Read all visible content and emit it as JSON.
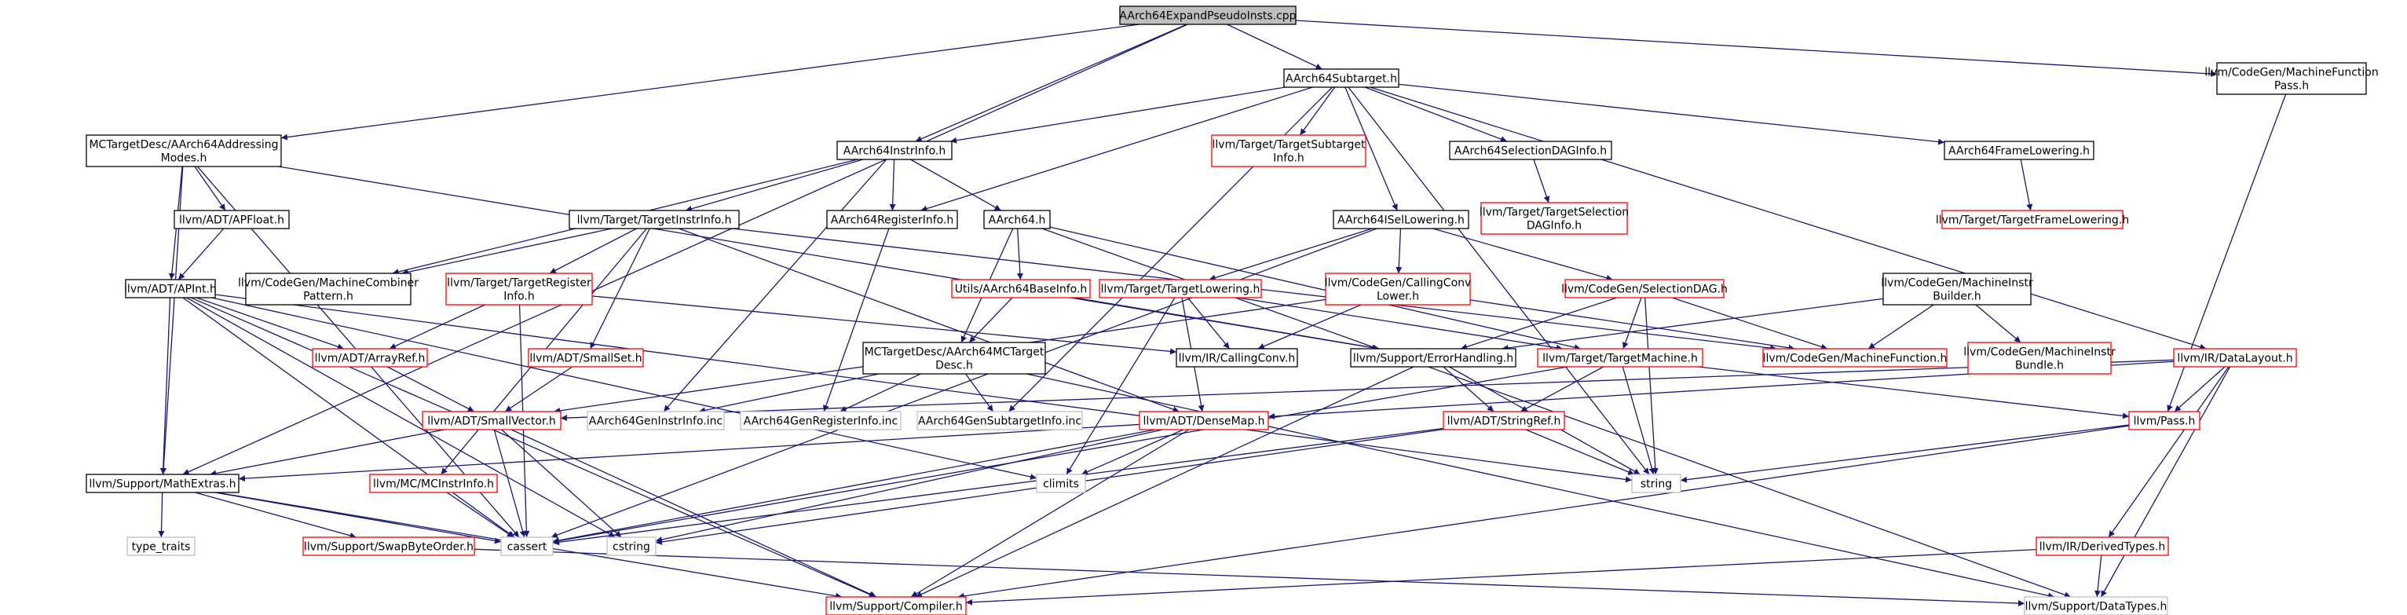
{
  "colors": {
    "edge": "#191970",
    "normal_border": "#000000",
    "red_border": "#ff0000",
    "gray_border": "#bfbfbf",
    "root_fill": "#bfbfbf",
    "text": "#000000"
  },
  "nodes": [
    {
      "id": "root",
      "lines": [
        "AArch64ExpandPseudoInsts.cpp"
      ],
      "style": "root"
    },
    {
      "id": "subtarget",
      "lines": [
        "AArch64Subtarget.h"
      ],
      "style": "normal"
    },
    {
      "id": "mfpass",
      "lines": [
        "llvm/CodeGen/MachineFunction",
        "Pass.h"
      ],
      "style": "normal"
    },
    {
      "id": "addrmodes",
      "lines": [
        "MCTargetDesc/AArch64Addressing",
        "Modes.h"
      ],
      "style": "normal"
    },
    {
      "id": "instrinfo",
      "lines": [
        "AArch64InstrInfo.h"
      ],
      "style": "normal"
    },
    {
      "id": "tsubtarget",
      "lines": [
        "llvm/Target/TargetSubtarget",
        "Info.h"
      ],
      "style": "red"
    },
    {
      "id": "seldaginfo",
      "lines": [
        "AArch64SelectionDAGInfo.h"
      ],
      "style": "normal"
    },
    {
      "id": "framelowering",
      "lines": [
        "AArch64FrameLowering.h"
      ],
      "style": "normal"
    },
    {
      "id": "tseldaginfo",
      "lines": [
        "llvm/Target/TargetSelection",
        "DAGInfo.h"
      ],
      "style": "red"
    },
    {
      "id": "tframelowering",
      "lines": [
        "llvm/Target/TargetFrameLowering.h"
      ],
      "style": "red"
    },
    {
      "id": "apfloat",
      "lines": [
        "llvm/ADT/APFloat.h"
      ],
      "style": "normal"
    },
    {
      "id": "tinstrinfo",
      "lines": [
        "llvm/Target/TargetInstrInfo.h"
      ],
      "style": "normal"
    },
    {
      "id": "reginfo",
      "lines": [
        "AArch64RegisterInfo.h"
      ],
      "style": "normal"
    },
    {
      "id": "aarch64h",
      "lines": [
        "AArch64.h"
      ],
      "style": "normal"
    },
    {
      "id": "isellowering",
      "lines": [
        "AArch64ISelLowering.h"
      ],
      "style": "normal"
    },
    {
      "id": "apint",
      "lines": [
        "llvm/ADT/APInt.h"
      ],
      "style": "normal"
    },
    {
      "id": "mcombiner",
      "lines": [
        "llvm/CodeGen/MachineCombiner",
        "Pattern.h"
      ],
      "style": "normal"
    },
    {
      "id": "tregisterinfo",
      "lines": [
        "llvm/Target/TargetRegister",
        "Info.h"
      ],
      "style": "red"
    },
    {
      "id": "tlowering",
      "lines": [
        "llvm/Target/TargetLowering.h"
      ],
      "style": "red"
    },
    {
      "id": "baseinfo",
      "lines": [
        "Utils/AArch64BaseInfo.h"
      ],
      "style": "red"
    },
    {
      "id": "callconvlower",
      "lines": [
        "llvm/CodeGen/CallingConv",
        "Lower.h"
      ],
      "style": "red"
    },
    {
      "id": "seldag",
      "lines": [
        "llvm/CodeGen/SelectionDAG.h"
      ],
      "style": "red"
    },
    {
      "id": "minstrbuilder",
      "lines": [
        "llvm/CodeGen/MachineInstr",
        "Builder.h"
      ],
      "style": "normal"
    },
    {
      "id": "arrayref",
      "lines": [
        "llvm/ADT/ArrayRef.h"
      ],
      "style": "red"
    },
    {
      "id": "smallset",
      "lines": [
        "llvm/ADT/SmallSet.h"
      ],
      "style": "red"
    },
    {
      "id": "mctargetdesc",
      "lines": [
        "MCTargetDesc/AArch64MCTarget",
        "Desc.h"
      ],
      "style": "normal"
    },
    {
      "id": "callingconv",
      "lines": [
        "llvm/IR/CallingConv.h"
      ],
      "style": "normal"
    },
    {
      "id": "errorhandling",
      "lines": [
        "llvm/Support/ErrorHandling.h"
      ],
      "style": "normal"
    },
    {
      "id": "tmachine",
      "lines": [
        "llvm/Target/TargetMachine.h"
      ],
      "style": "red"
    },
    {
      "id": "mfunction",
      "lines": [
        "llvm/CodeGen/MachineFunction.h"
      ],
      "style": "red"
    },
    {
      "id": "minstrbundle",
      "lines": [
        "llvm/CodeGen/MachineInstr",
        "Bundle.h"
      ],
      "style": "red"
    },
    {
      "id": "datalayout",
      "lines": [
        "llvm/IR/DataLayout.h"
      ],
      "style": "red"
    },
    {
      "id": "smallvector",
      "lines": [
        "llvm/ADT/SmallVector.h"
      ],
      "style": "red"
    },
    {
      "id": "geninstrinfo",
      "lines": [
        "AArch64GenInstrInfo.inc"
      ],
      "style": "gray"
    },
    {
      "id": "genreginfo",
      "lines": [
        "AArch64GenRegisterInfo.inc"
      ],
      "style": "gray"
    },
    {
      "id": "gensubtarget",
      "lines": [
        "AArch64GenSubtargetInfo.inc"
      ],
      "style": "gray"
    },
    {
      "id": "densemap",
      "lines": [
        "llvm/ADT/DenseMap.h"
      ],
      "style": "red"
    },
    {
      "id": "stringref",
      "lines": [
        "llvm/ADT/StringRef.h"
      ],
      "style": "red"
    },
    {
      "id": "pass",
      "lines": [
        "llvm/Pass.h"
      ],
      "style": "red"
    },
    {
      "id": "mathextras",
      "lines": [
        "llvm/Support/MathExtras.h"
      ],
      "style": "normal"
    },
    {
      "id": "mcinstrinfo",
      "lines": [
        "llvm/MC/MCInstrInfo.h"
      ],
      "style": "red"
    },
    {
      "id": "climits",
      "lines": [
        "climits"
      ],
      "style": "gray"
    },
    {
      "id": "string",
      "lines": [
        "string"
      ],
      "style": "gray"
    },
    {
      "id": "typetraits",
      "lines": [
        "type_traits"
      ],
      "style": "gray"
    },
    {
      "id": "cassert",
      "lines": [
        "cassert"
      ],
      "style": "gray"
    },
    {
      "id": "cstring",
      "lines": [
        "cstring"
      ],
      "style": "gray"
    },
    {
      "id": "swapbyteorder",
      "lines": [
        "llvm/Support/SwapByteOrder.h"
      ],
      "style": "red"
    },
    {
      "id": "derivedtypes",
      "lines": [
        "llvm/IR/DerivedTypes.h"
      ],
      "style": "red"
    },
    {
      "id": "compiler",
      "lines": [
        "llvm/Support/Compiler.h"
      ],
      "style": "red"
    },
    {
      "id": "datatypes",
      "lines": [
        "llvm/Support/DataTypes.h"
      ],
      "style": "gray"
    }
  ],
  "edges": [
    [
      "root",
      "subtarget"
    ],
    [
      "root",
      "mfpass"
    ],
    [
      "root",
      "addrmodes"
    ],
    [
      "root",
      "instrinfo"
    ],
    [
      "root",
      "mathextras"
    ],
    [
      "subtarget",
      "instrinfo"
    ],
    [
      "subtarget",
      "tsubtarget"
    ],
    [
      "subtarget",
      "seldaginfo"
    ],
    [
      "subtarget",
      "framelowering"
    ],
    [
      "subtarget",
      "isellowering"
    ],
    [
      "subtarget",
      "reginfo"
    ],
    [
      "subtarget",
      "gensubtarget"
    ],
    [
      "subtarget",
      "datalayout"
    ],
    [
      "subtarget",
      "string"
    ],
    [
      "mfpass",
      "pass"
    ],
    [
      "addrmodes",
      "apfloat"
    ],
    [
      "addrmodes",
      "apint"
    ],
    [
      "addrmodes",
      "mathextras"
    ],
    [
      "addrmodes",
      "errorhandling"
    ],
    [
      "addrmodes",
      "cassert"
    ],
    [
      "instrinfo",
      "tinstrinfo"
    ],
    [
      "instrinfo",
      "reginfo"
    ],
    [
      "instrinfo",
      "aarch64h"
    ],
    [
      "instrinfo",
      "mcombiner"
    ],
    [
      "instrinfo",
      "geninstrinfo"
    ],
    [
      "seldaginfo",
      "tseldaginfo"
    ],
    [
      "framelowering",
      "tframelowering"
    ],
    [
      "apfloat",
      "apint"
    ],
    [
      "tinstrinfo",
      "mcombiner"
    ],
    [
      "tinstrinfo",
      "tregisterinfo"
    ],
    [
      "tinstrinfo",
      "smallset"
    ],
    [
      "tinstrinfo",
      "mcinstrinfo"
    ],
    [
      "tinstrinfo",
      "densemap"
    ],
    [
      "tinstrinfo",
      "mfunction"
    ],
    [
      "reginfo",
      "genreginfo"
    ],
    [
      "aarch64h",
      "baseinfo"
    ],
    [
      "aarch64h",
      "mctargetdesc"
    ],
    [
      "aarch64h",
      "tmachine"
    ],
    [
      "aarch64h",
      "datatypes"
    ],
    [
      "isellowering",
      "tlowering"
    ],
    [
      "isellowering",
      "callconvlower"
    ],
    [
      "isellowering",
      "seldag"
    ],
    [
      "isellowering",
      "cassert"
    ],
    [
      "apint",
      "arrayref"
    ],
    [
      "apint",
      "mathextras"
    ],
    [
      "apint",
      "cassert"
    ],
    [
      "apint",
      "climits"
    ],
    [
      "apint",
      "cstring"
    ],
    [
      "apint",
      "string"
    ],
    [
      "apint",
      "compiler"
    ],
    [
      "tregisterinfo",
      "arrayref"
    ],
    [
      "tregisterinfo",
      "callingconv"
    ],
    [
      "tregisterinfo",
      "cassert"
    ],
    [
      "tlowering",
      "callingconv"
    ],
    [
      "tlowering",
      "densemap"
    ],
    [
      "tlowering",
      "tmachine"
    ],
    [
      "tlowering",
      "climits"
    ],
    [
      "baseinfo",
      "mctargetdesc"
    ],
    [
      "baseinfo",
      "errorhandling"
    ],
    [
      "callconvlower",
      "callingconv"
    ],
    [
      "callconvlower",
      "mfunction"
    ],
    [
      "callconvlower",
      "smallvector"
    ],
    [
      "seldag",
      "mfunction"
    ],
    [
      "seldag",
      "tmachine"
    ],
    [
      "seldag",
      "errorhandling"
    ],
    [
      "seldag",
      "string"
    ],
    [
      "minstrbuilder",
      "mfunction"
    ],
    [
      "minstrbuilder",
      "minstrbundle"
    ],
    [
      "minstrbuilder",
      "errorhandling"
    ],
    [
      "arrayref",
      "smallvector"
    ],
    [
      "smallset",
      "smallvector"
    ],
    [
      "mctargetdesc",
      "geninstrinfo"
    ],
    [
      "mctargetdesc",
      "genreginfo"
    ],
    [
      "mctargetdesc",
      "gensubtarget"
    ],
    [
      "mctargetdesc",
      "datatypes"
    ],
    [
      "errorhandling",
      "stringref"
    ],
    [
      "errorhandling",
      "string"
    ],
    [
      "errorhandling",
      "compiler"
    ],
    [
      "tmachine",
      "stringref"
    ],
    [
      "tmachine",
      "pass"
    ],
    [
      "tmachine",
      "string"
    ],
    [
      "tmachine",
      "cassert"
    ],
    [
      "datalayout",
      "pass"
    ],
    [
      "datalayout",
      "derivedtypes"
    ],
    [
      "datalayout",
      "densemap"
    ],
    [
      "datalayout",
      "smallvector"
    ],
    [
      "datalayout",
      "datatypes"
    ],
    [
      "smallvector",
      "mathextras"
    ],
    [
      "smallvector",
      "cassert"
    ],
    [
      "smallvector",
      "cstring"
    ],
    [
      "smallvector",
      "compiler"
    ],
    [
      "densemap",
      "mathextras"
    ],
    [
      "densemap",
      "climits"
    ],
    [
      "densemap",
      "cassert"
    ],
    [
      "densemap",
      "cstring"
    ],
    [
      "densemap",
      "compiler"
    ],
    [
      "stringref",
      "string"
    ],
    [
      "stringref",
      "cassert"
    ],
    [
      "stringref",
      "cstring"
    ],
    [
      "pass",
      "string"
    ],
    [
      "pass",
      "compiler"
    ],
    [
      "mathextras",
      "typetraits"
    ],
    [
      "mathextras",
      "cassert"
    ],
    [
      "mathextras",
      "swapbyteorder"
    ],
    [
      "mathextras",
      "compiler"
    ],
    [
      "mcinstrinfo",
      "cassert"
    ],
    [
      "swapbyteorder",
      "datatypes"
    ],
    [
      "derivedtypes",
      "compiler"
    ],
    [
      "derivedtypes",
      "datatypes"
    ]
  ]
}
